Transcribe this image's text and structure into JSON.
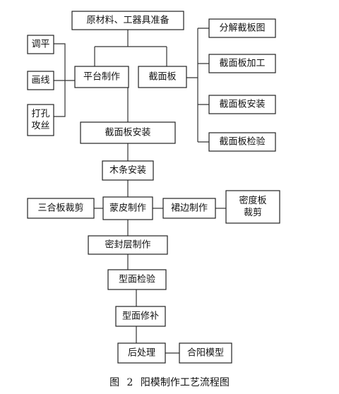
{
  "nodes": [
    {
      "id": "raw",
      "label": [
        "原材料、工器具准备"
      ]
    },
    {
      "id": "platform",
      "label": [
        "平台制作"
      ]
    },
    {
      "id": "sectionplate",
      "label": [
        "截面板"
      ]
    },
    {
      "id": "tiaoping",
      "label": [
        "调平"
      ]
    },
    {
      "id": "huaxian",
      "label": [
        "画线"
      ]
    },
    {
      "id": "dakong",
      "label": [
        "打孔",
        "攻丝"
      ]
    },
    {
      "id": "fenjie",
      "label": [
        "分解截板图"
      ]
    },
    {
      "id": "jiagong",
      "label": [
        "截面板加工"
      ]
    },
    {
      "id": "anzhuang_r",
      "label": [
        "截面板安装"
      ]
    },
    {
      "id": "jianyan_r",
      "label": [
        "截面板检验"
      ]
    },
    {
      "id": "anzhuang",
      "label": [
        "截面板安装"
      ]
    },
    {
      "id": "mutiao",
      "label": [
        "木条安装"
      ]
    },
    {
      "id": "sanheban",
      "label": [
        "三合板裁剪"
      ]
    },
    {
      "id": "mengpi",
      "label": [
        "蒙皮制作"
      ]
    },
    {
      "id": "qunbian",
      "label": [
        "裙边制作"
      ]
    },
    {
      "id": "midu",
      "label": [
        "密度板",
        "裁剪"
      ]
    },
    {
      "id": "mifeng",
      "label": [
        "密封层制作"
      ]
    },
    {
      "id": "xingmianjianyan",
      "label": [
        "型面检验"
      ]
    },
    {
      "id": "xiubu",
      "label": [
        "型面修补"
      ]
    },
    {
      "id": "houchuli",
      "label": [
        "后处理"
      ]
    },
    {
      "id": "heyang",
      "label": [
        "合阳模型"
      ]
    }
  ],
  "caption": "图 2 阳模制作工艺流程图"
}
